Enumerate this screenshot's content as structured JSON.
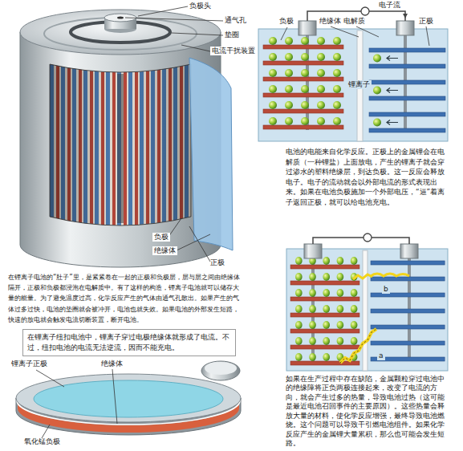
{
  "diagram": {
    "nodes": [
      {
        "text": [
          "在锂离子纽扣电池中，锂离子穿过电极绝缘体就形成了电流。不过，纽扣电池的电流无法逆流，因而不能充电。"
        ]
      }
    ],
    "labels": [
      "负极头",
      "通气孔",
      "垫圈",
      "电流干扰装置",
      "负极",
      "绝缘体",
      "正极",
      "在锂离子电池的“肚子”里，是紧紧卷在一起的正极和负极层，层与层之间由绝缘体隔开，正极和负极都浸泡在电解质中。有了这样的构造，锂离子电池就可以储存大量的能量。为了避免温度过高，化学反应产生的气体由通气孔散出。如果产生的气体过多过快，电池的垫圈就会被冲开，电池也就失效。如果电池的外部发生短路，快速的放电就会触发电流切断装置，断开电池。",
      "锂离子正极",
      "绝缘体",
      "氧化锰负极",
      "电子流",
      "负极",
      "绝缘体",
      "电解质",
      "正极",
      "锂离子",
      "电池的电能来自化学反应。正极上的金属锂会在电解质（一种锂盐）上面放电，产生的锂离子就会穿过渗水的塑料绝缘层，到达负极。这一反应会释放电子。电子的流动就会以外部电流的形式表现出来。如果在电池负极施加一个外部电压，“逼”着离子返回正极，就可以给电池充电。",
      "b",
      "a",
      "如果在生产过程中存在缺陷，金属颗粒穿过电池中的绝缘障将正负两极连接起来，改变了电流的方向，就会产生过多的热量，导致电池过热（这可能是最近电池召回事件的主要原因）。这些热量会释放大量的材料，使化学反应增强，最终导致电池燃烧。这个问题可以导致干引燃电池组件。如果化学反应产生的金属锂大量累积，那么也可能会发生短路。"
    ]
  }
}
